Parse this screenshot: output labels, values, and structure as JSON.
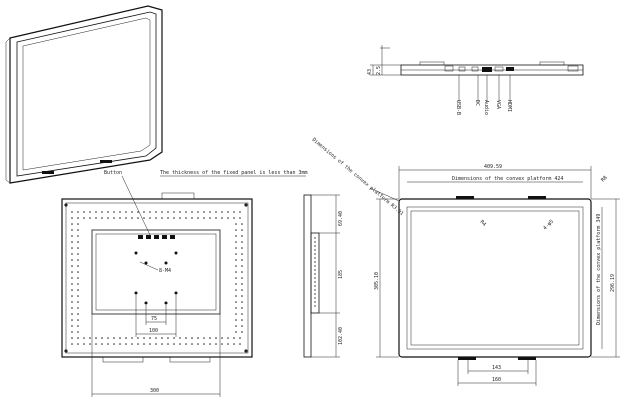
{
  "labels": {
    "button": "Button",
    "thickness_note": "The thickness of the fixed panel is less than 3mm",
    "screw": "8-M4",
    "d75": "75",
    "d100": "100",
    "d300": "300",
    "side_6940": "69.40",
    "side_185": "185",
    "side_10240": "102.40",
    "ports": [
      "USB-B",
      "DC",
      "Audio",
      "VGA",
      "HDMI"
    ],
    "dim_43": "43",
    "dim_25": "2.5",
    "dim_40959": "409.59",
    "dim_platform_w": "Dimensions of the convex platform 424",
    "dim_platform_r": "Dimensions of the convex platform R3.91",
    "dim_r4": "R4",
    "dim_r5": "4-φ5",
    "dim_30510": "305.10",
    "dim_platform_h": "Dimensions of the convex platform 349",
    "dim_29619": "296.19",
    "dim_143": "143",
    "dim_160": "160",
    "dim_88": "R8"
  }
}
